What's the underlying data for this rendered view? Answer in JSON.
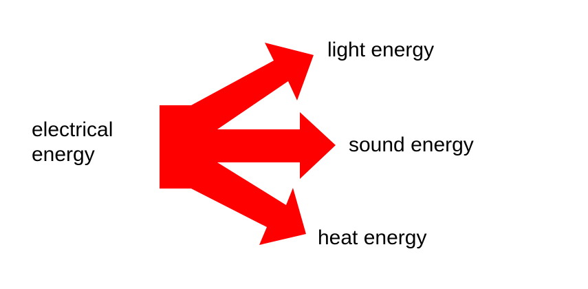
{
  "diagram": {
    "source": {
      "line1": "electrical",
      "line2": "energy"
    },
    "outputs": [
      {
        "label": "light energy"
      },
      {
        "label": "sound energy"
      },
      {
        "label": "heat energy"
      }
    ],
    "arrow_color": "#ff0000",
    "text_color": "#000000",
    "background_color": "#ffffff"
  }
}
